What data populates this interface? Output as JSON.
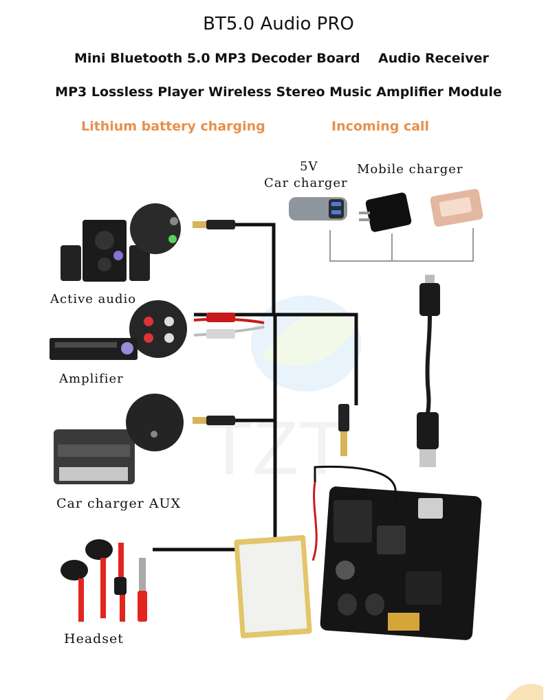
{
  "header": {
    "title": "BT5.0 Audio PRO",
    "line1_left": "Mini Bluetooth 5.0 MP3 Decoder Board",
    "line1_right": "Audio Receiver",
    "line2": "MP3 Lossless Player Wireless Stereo Music Amplifier Module"
  },
  "features": {
    "left": "Lithium battery charging",
    "right": "Incoming call"
  },
  "labels": {
    "voltage": "5V",
    "car_charger": "Car charger",
    "mobile_charger": "Mobile charger",
    "active_audio": "Active audio",
    "amplifier": "Amplifier",
    "car_charger_aux": "Car charger AUX",
    "headset": "Headset"
  },
  "colors": {
    "accent_orange": "#e8904a",
    "cable": "#111111",
    "wire_red": "#d11a1a",
    "pcb": "#151515",
    "battery": "#e3c56a",
    "headset_red": "#e0261f"
  }
}
